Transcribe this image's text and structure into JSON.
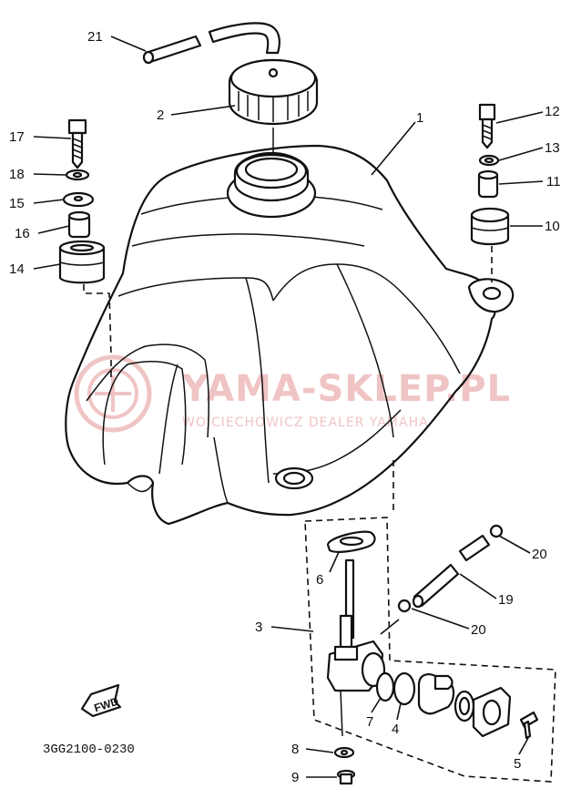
{
  "diagram": {
    "catalog_code": "3GG2100-0230",
    "fwd_label": "FWD",
    "watermark": {
      "line1": "YAMA-SKLEP.PL",
      "line2": "WOJCIECHOWICZ DEALER YAMAHA"
    },
    "callouts": [
      {
        "id": "p21",
        "text": "21"
      },
      {
        "id": "p2",
        "text": "2"
      },
      {
        "id": "p1",
        "text": "1"
      },
      {
        "id": "p12",
        "text": "12"
      },
      {
        "id": "p13",
        "text": "13"
      },
      {
        "id": "p11",
        "text": "11"
      },
      {
        "id": "p10",
        "text": "10"
      },
      {
        "id": "p17",
        "text": "17"
      },
      {
        "id": "p18",
        "text": "18"
      },
      {
        "id": "p15",
        "text": "15"
      },
      {
        "id": "p16",
        "text": "16"
      },
      {
        "id": "p14",
        "text": "14"
      },
      {
        "id": "p20a",
        "text": "20"
      },
      {
        "id": "p6",
        "text": "6"
      },
      {
        "id": "p19",
        "text": "19"
      },
      {
        "id": "p3",
        "text": "3"
      },
      {
        "id": "p20b",
        "text": "20"
      },
      {
        "id": "p7",
        "text": "7"
      },
      {
        "id": "p4",
        "text": "4"
      },
      {
        "id": "p5",
        "text": "5"
      },
      {
        "id": "p8",
        "text": "8"
      },
      {
        "id": "p9",
        "text": "9"
      }
    ]
  }
}
